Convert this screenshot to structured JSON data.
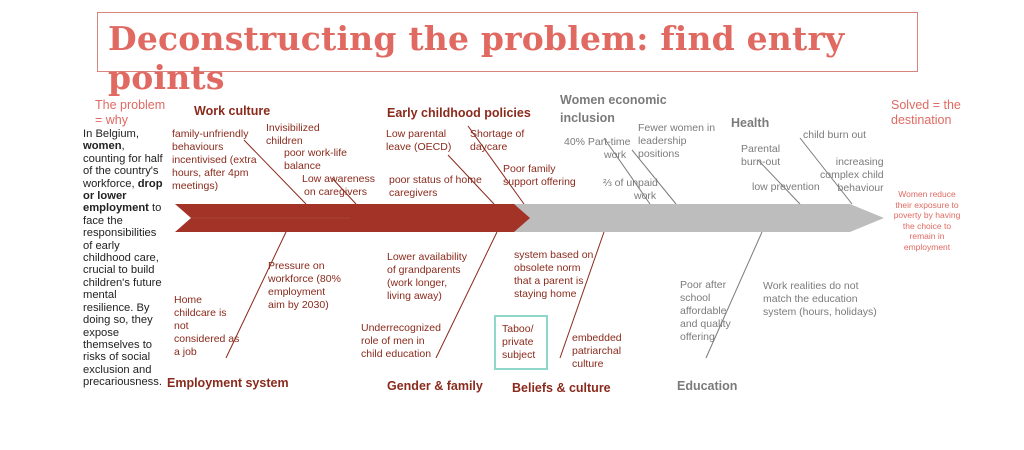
{
  "title": "Deconstructing the problem: find entry points",
  "colors": {
    "dark_red": "#8a2a1c",
    "light_red": "#e06a62",
    "gray": "#7b7b7b",
    "arrow_red": "#a33227",
    "arrow_gray": "#bdbdbd",
    "highlight": "#8fd6cc"
  },
  "problem": {
    "title_line1": "The problem",
    "title_line2": "= why",
    "text_parts": [
      "In Belgium, ",
      "women",
      ", counting for half of the country's workforce, ",
      "drop or lower employment",
      " to face the responsibilities of early childhood care, crucial to build children's future mental resilience. By doing so, they expose themselves to risks of social exclusion and precariousness."
    ]
  },
  "solved": {
    "title_line1": "Solved = the",
    "title_line2": "destination",
    "text": "Women reduce their exposure to poverty by having the choice to remain in employment"
  },
  "categories": {
    "work_culture": "Work culture",
    "early_childhood": "Early childhood policies",
    "women_econ_1": "Women economic",
    "women_econ_2": "inclusion",
    "health": "Health",
    "employment_system": "Employment system",
    "gender_family": "Gender & family",
    "beliefs_culture": "Beliefs & culture",
    "education": "Education"
  },
  "causes": {
    "wc_family_unfriendly": [
      "family-unfriendly",
      "behaviours",
      "incentivised (extra",
      "hours, after 4pm",
      "meetings)"
    ],
    "wc_invisibilized": [
      "Invisibilized",
      "children"
    ],
    "wc_poor_balance": [
      "poor work-life",
      "balance"
    ],
    "wc_low_awareness": [
      "Low awareness",
      "on caregivers"
    ],
    "ec_low_leave": [
      "Low parental",
      "leave (OECD)"
    ],
    "ec_shortage": [
      "Shortage of",
      "daycare"
    ],
    "ec_poor_status": [
      "poor status of home",
      "caregivers"
    ],
    "ec_poor_support": [
      "Poor family",
      "support offering"
    ],
    "we_parttime": [
      "40% Part-time",
      "work"
    ],
    "we_fewer_women": [
      "Fewer women in",
      "leadership",
      "positions"
    ],
    "we_unpaid": [
      "⅔ of unpaid",
      "work"
    ],
    "h_child_burnout": [
      "child burn out"
    ],
    "h_parental_burnout": [
      "Parental",
      "burn-out"
    ],
    "h_increasing": [
      "increasing",
      "complex child",
      "behaviour"
    ],
    "h_low_prevention": [
      "low prevention"
    ],
    "es_pressure": [
      "Pressure on",
      "workforce (80%",
      "employment",
      "aim by 2030)"
    ],
    "es_home_childcare": [
      "Home",
      "childcare is",
      "not",
      "considered as",
      "a job"
    ],
    "gf_lower_availability": [
      "Lower availability",
      "of grandparents",
      "(work longer,",
      "living away)"
    ],
    "gf_underrecognized": [
      "Underrecognized",
      "role of men in",
      "child education"
    ],
    "bc_system": [
      "system based on",
      "obsolete norm",
      "that a parent is",
      "staying home"
    ],
    "bc_taboo": [
      "Taboo/",
      "private",
      "subject"
    ],
    "bc_patriarchal": [
      "embedded",
      "patriarchal",
      "culture"
    ],
    "ed_poor_after": [
      "Poor after",
      "school",
      "affordable",
      "and quality",
      "offering"
    ],
    "ed_work_realities": [
      "Work realities do not",
      "match the education",
      "system (hours, holidays)"
    ]
  }
}
